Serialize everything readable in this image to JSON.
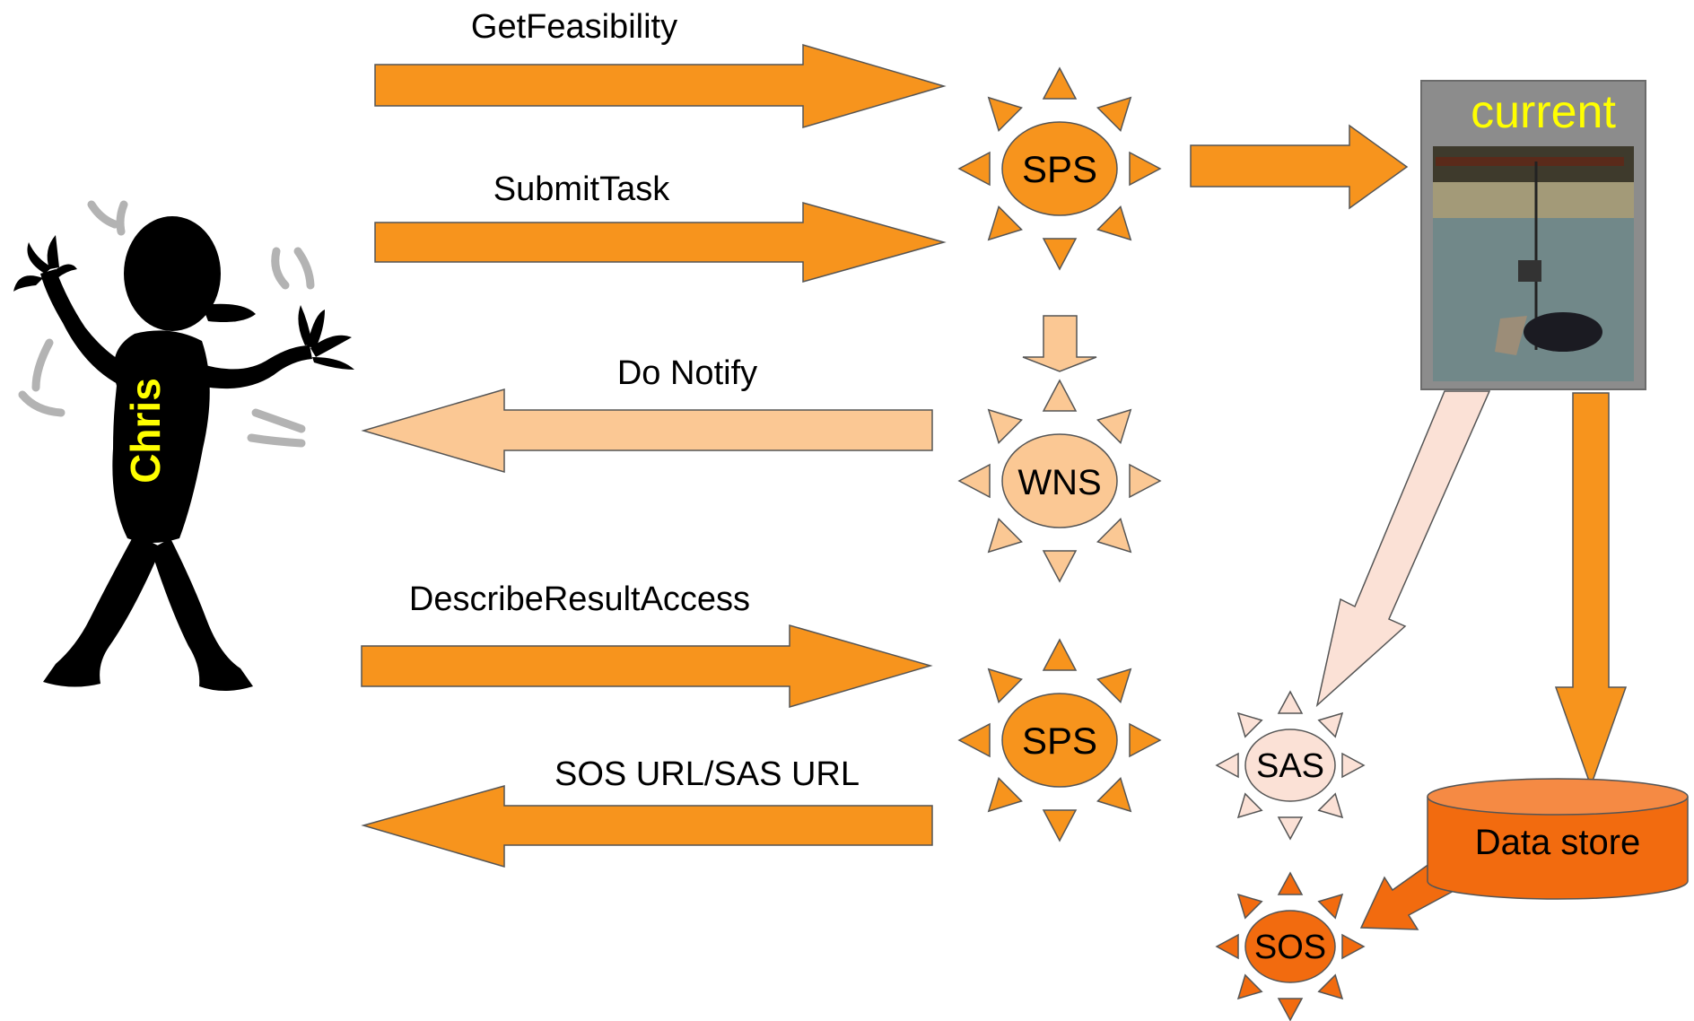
{
  "person": {
    "name": "Chris"
  },
  "messages": {
    "get_feasibility": "GetFeasibility",
    "submit_task": "SubmitTask",
    "do_notify": "Do Notify",
    "describe_result_access": "DescribeResultAccess",
    "sos_sas_url": "SOS URL/SAS URL"
  },
  "services": {
    "sps_top": "SPS",
    "wns": "WNS",
    "sps_bottom": "SPS",
    "sas": "SAS",
    "sos": "SOS"
  },
  "sensor": {
    "label": "current"
  },
  "storage": {
    "label": "Data store"
  },
  "colors": {
    "orange": "#f7941d",
    "light_orange": "#fbc894",
    "pale_pink": "#fbe1d6",
    "dark_orange": "#f26b0f",
    "label_yellow": "#ffff00"
  }
}
